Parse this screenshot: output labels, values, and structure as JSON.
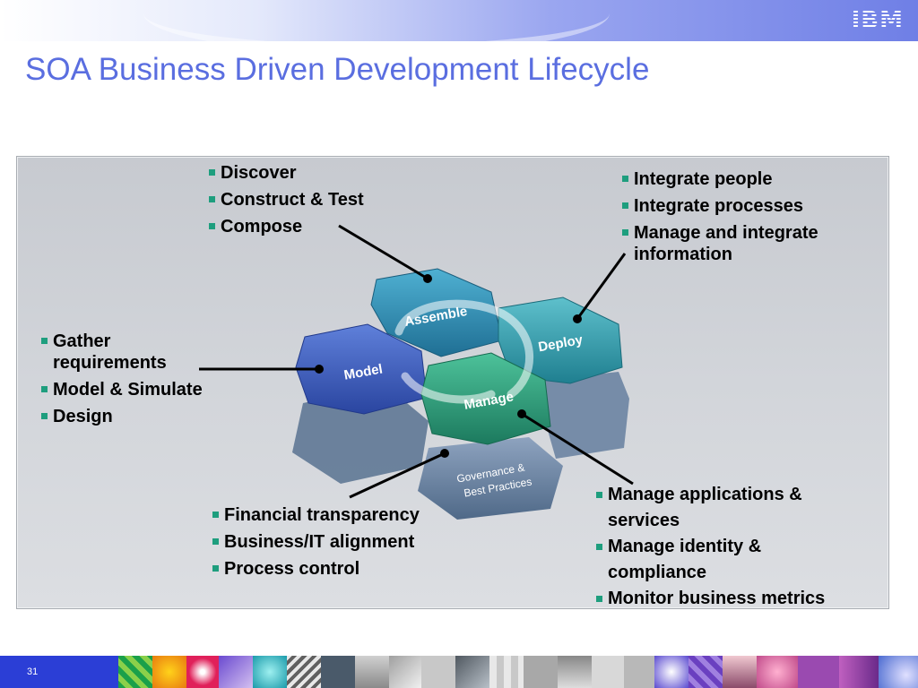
{
  "header": {
    "logo_text": "IBM",
    "title": "SOA Business Driven Development Lifecycle"
  },
  "diagram": {
    "hexagons": {
      "assemble": "Assemble",
      "deploy": "Deploy",
      "model": "Model",
      "manage": "Manage",
      "governance_line1": "Governance &",
      "governance_line2": "Best Practices"
    },
    "assemble_bullets": [
      "Discover",
      "Construct & Test",
      "Compose"
    ],
    "deploy_bullets": [
      "Integrate people",
      "Integrate processes",
      "Manage and integrate information"
    ],
    "model_bullets": [
      "Gather requirements",
      "Model & Simulate",
      "Design"
    ],
    "governance_bullets": [
      "Financial transparency",
      "Business/IT alignment",
      "Process control"
    ],
    "manage_bullets": [
      "Manage applications & services",
      "Manage identity & compliance",
      "Monitor business metrics"
    ]
  },
  "colors": {
    "title": "#5a6ee0",
    "assemble": "#2f8fb2",
    "deploy": "#2f9fb0",
    "model": "#3d5fc0",
    "manage": "#2a9a7c",
    "governance": "#6f87a6",
    "bullet_marker": "#1e9e7e"
  },
  "footer": {
    "page_number": "31"
  }
}
